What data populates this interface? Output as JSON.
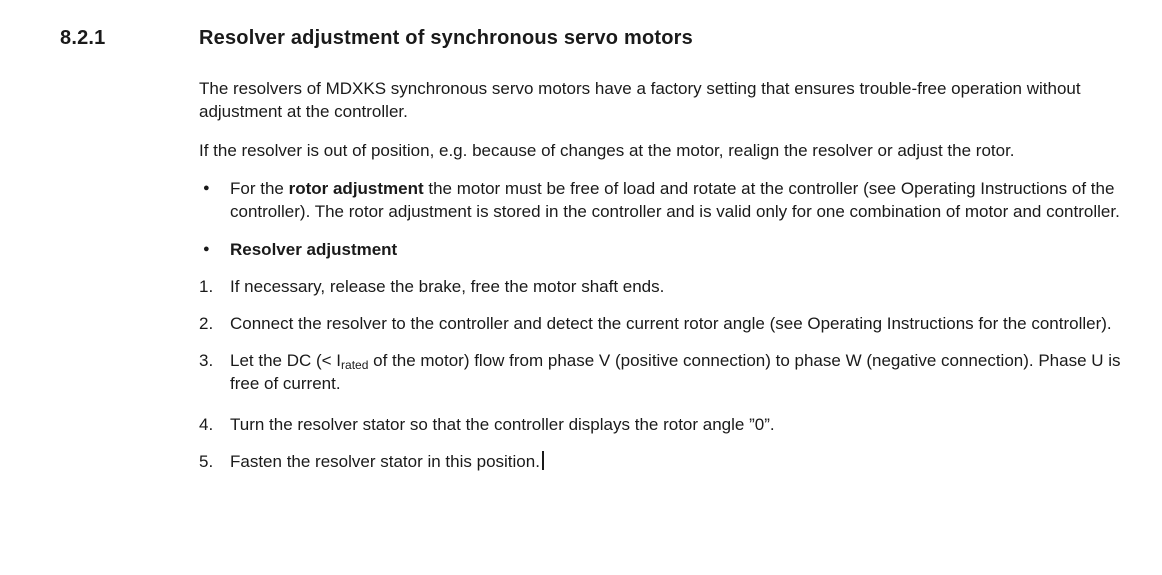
{
  "page": {
    "background": "#ffffff",
    "text_color": "#1a1a1a"
  },
  "section": {
    "number": "8.2.1",
    "title": "Resolver adjustment of synchronous servo motors"
  },
  "paragraphs": [
    "The resolvers of MDXKS synchronous servo motors have a factory setting that ensures trouble-free operation without adjustment at the controller.",
    "If the resolver is out of position, e.g. because of changes at the motor, realign the resolver or adjust the rotor."
  ],
  "bullets": [
    {
      "marker": "●",
      "pre": "For the ",
      "bold": "rotor adjustment",
      "post": " the motor must be free of load and rotate at the controller (see Operating Instructions of the controller). The rotor adjustment is stored in the controller and is valid only for one combination of motor and controller."
    },
    {
      "marker": "●",
      "bold": "Resolver adjustment"
    }
  ],
  "steps": [
    {
      "num": "1.",
      "text": "If necessary, release the brake, free the motor shaft ends."
    },
    {
      "num": "2.",
      "text": "Connect the resolver to the controller and detect the current rotor angle (see Operating Instructions for the controller)."
    },
    {
      "num": "3.",
      "pre": "Let the DC (< I",
      "sub": "rated",
      "post": " of the motor) flow from phase V (positive connection) to phase W (negative connection). Phase U is free of current."
    },
    {
      "num": "4.",
      "text": "Turn the resolver stator so that the controller displays the rotor angle ”0”."
    },
    {
      "num": "5.",
      "text": "Fasten the resolver stator in this position."
    }
  ]
}
